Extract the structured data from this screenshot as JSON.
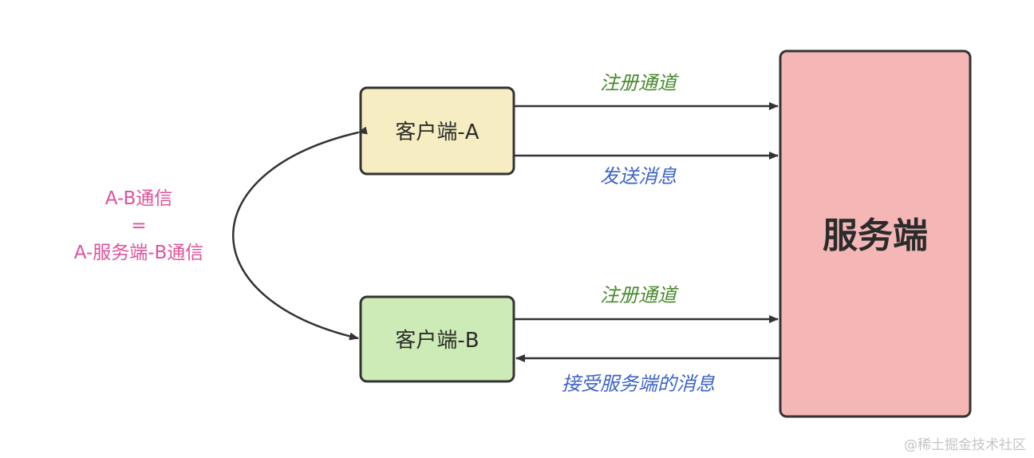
{
  "nodes": {
    "client_a": "客户端-A",
    "client_b": "客户端-B",
    "server": "服务端"
  },
  "edges": {
    "a_register": "注册通道",
    "a_send": "发送消息",
    "b_register": "注册通道",
    "b_receive": "接受服务端的消息"
  },
  "side_note": {
    "line1": "A-B通信",
    "line2": "=",
    "line3": "A-服务端-B通信"
  },
  "watermark": "@稀土掘金技术社区",
  "colors": {
    "client_a_fill": "#f6eec2",
    "client_b_fill": "#cdebb6",
    "server_fill": "#f4b7b6",
    "register_label": "#4a8a2e",
    "message_label": "#3c63c8",
    "side_note": "#e0509a",
    "stroke": "#333333"
  }
}
